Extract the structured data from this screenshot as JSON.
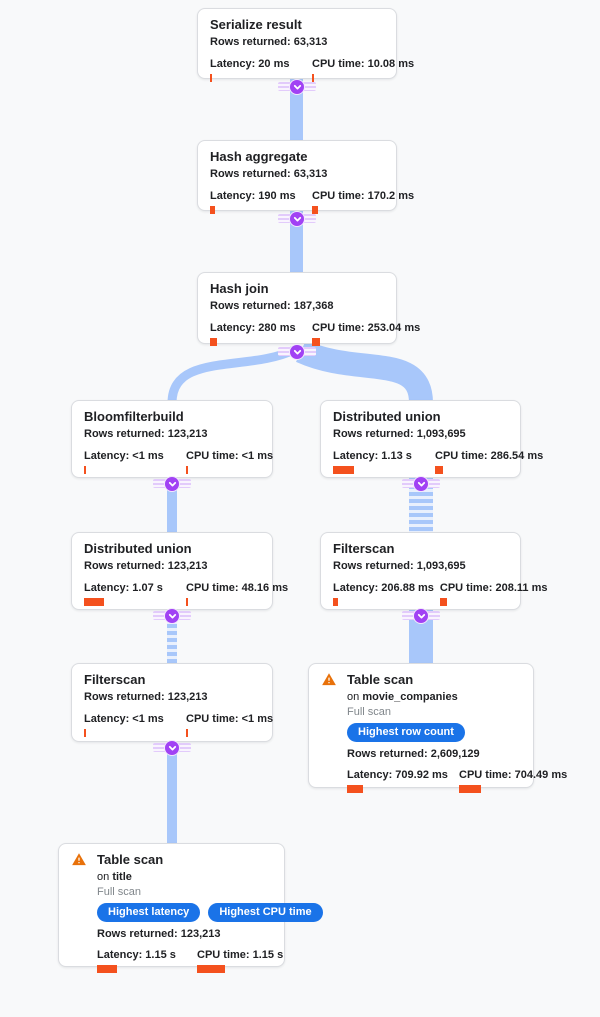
{
  "colors": {
    "background": "#f8f9fa",
    "card_border": "#dadce0",
    "flow_blue": "#a8c7fa",
    "connector_purple": "#a142f4",
    "metric_bar_orange": "#f4511e",
    "badge_blue": "#1a73e8",
    "warning_orange": "#e8710a"
  },
  "nodes": [
    {
      "title": "Serialize result",
      "rows": "Rows returned: 63,313",
      "latency": "Latency: 20 ms",
      "cpu": "CPU time: 10.08 ms",
      "latency_bar": 2,
      "cpu_bar": 2
    },
    {
      "title": "Hash aggregate",
      "rows": "Rows returned: 63,313",
      "latency": "Latency: 190 ms",
      "cpu": "CPU time: 170.2 ms",
      "latency_bar": 5,
      "cpu_bar": 6
    },
    {
      "title": "Hash join",
      "rows": "Rows returned: 187,368",
      "latency": "Latency: 280 ms",
      "cpu": "CPU time: 253.04 ms",
      "latency_bar": 7,
      "cpu_bar": 8
    },
    {
      "title": "Bloomfilterbuild",
      "rows": "Rows returned: 123,213",
      "latency": "Latency: <1 ms",
      "cpu": "CPU time: <1 ms",
      "latency_bar": 2,
      "cpu_bar": 2
    },
    {
      "title": "Distributed union",
      "rows": "Rows returned: 1,093,695",
      "latency": "Latency: 1.13 s",
      "cpu": "CPU time: 286.54 ms",
      "latency_bar": 21,
      "cpu_bar": 8
    },
    {
      "title": "Distributed union",
      "rows": "Rows returned: 123,213",
      "latency": "Latency: 1.07 s",
      "cpu": "CPU time: 48.16 ms",
      "latency_bar": 20,
      "cpu_bar": 2
    },
    {
      "title": "Filterscan",
      "rows": "Rows returned: 1,093,695",
      "latency": "Latency: 206.88 ms",
      "cpu": "CPU time: 208.11 ms",
      "latency_bar": 5,
      "cpu_bar": 7
    },
    {
      "title": "Filterscan",
      "rows": "Rows returned: 123,213",
      "latency": "Latency: <1 ms",
      "cpu": "CPU time: <1 ms",
      "latency_bar": 2,
      "cpu_bar": 2
    },
    {
      "title": "Table scan",
      "on_prefix": "on",
      "table": "movie_companies",
      "scan_type": "Full scan",
      "badges": [
        "Highest row count"
      ],
      "rows": "Rows returned: 2,609,129",
      "latency": "Latency: 709.92 ms",
      "cpu": "CPU time: 704.49 ms",
      "latency_bar": 16,
      "cpu_bar": 22
    },
    {
      "title": "Table scan",
      "on_prefix": "on",
      "table": "title",
      "scan_type": "Full scan",
      "badges": [
        "Highest latency",
        "Highest CPU time"
      ],
      "rows": "Rows returned: 123,213",
      "latency": "Latency: 1.15 s",
      "cpu": "CPU time: 1.15 s",
      "latency_bar": 20,
      "cpu_bar": 28
    }
  ]
}
